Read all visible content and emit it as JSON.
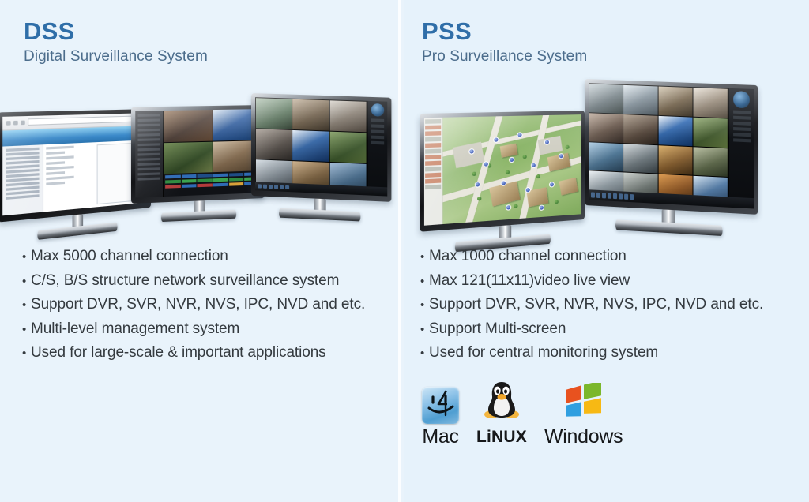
{
  "theme": {
    "background": "#eaf4fb",
    "panel_left_bg": "#e9f3fb",
    "panel_right_bg": "#e6f2fb",
    "divider": "#fbfdff",
    "title_color": "#2f6ea8",
    "subtitle_color": "#4c6d8c",
    "body_text_color": "#343a3f"
  },
  "panels": [
    {
      "id": "dss",
      "title": "DSS",
      "subtitle": "Digital Surveillance System",
      "bullet_char": "•",
      "bullets": [
        "Max 5000 channel connection",
        "C/S, B/S structure network surveillance system",
        "Support DVR, SVR, NVR, NVS, IPC, NVD and etc.",
        "Multi-level management system",
        "Used for large-scale & important applications"
      ],
      "monitors": [
        {
          "name": "monitor-web-console",
          "screen": "web-console"
        },
        {
          "name": "monitor-nvr-client",
          "screen": "nvr-client"
        },
        {
          "name": "monitor-video-wall",
          "screen": "video-wall-4x4"
        }
      ]
    },
    {
      "id": "pss",
      "title": "PSS",
      "subtitle": "Pro Surveillance System",
      "bullet_char": "•",
      "bullets": [
        "Max 1000 channel connection",
        "Max 121(11x11)video live view",
        "Support DVR, SVR, NVR, NVS, IPC, NVD and etc.",
        "Support Multi-screen",
        "Used for central monitoring system"
      ],
      "monitors": [
        {
          "name": "monitor-emap",
          "screen": "emap"
        },
        {
          "name": "monitor-video-wall",
          "screen": "video-wall-4x4"
        }
      ],
      "os_support": [
        {
          "icon": "mac-finder-icon",
          "label": "Mac"
        },
        {
          "icon": "linux-tux-icon",
          "label": "LiNUX"
        },
        {
          "icon": "windows-flag-icon",
          "label": "Windows"
        }
      ]
    }
  ]
}
